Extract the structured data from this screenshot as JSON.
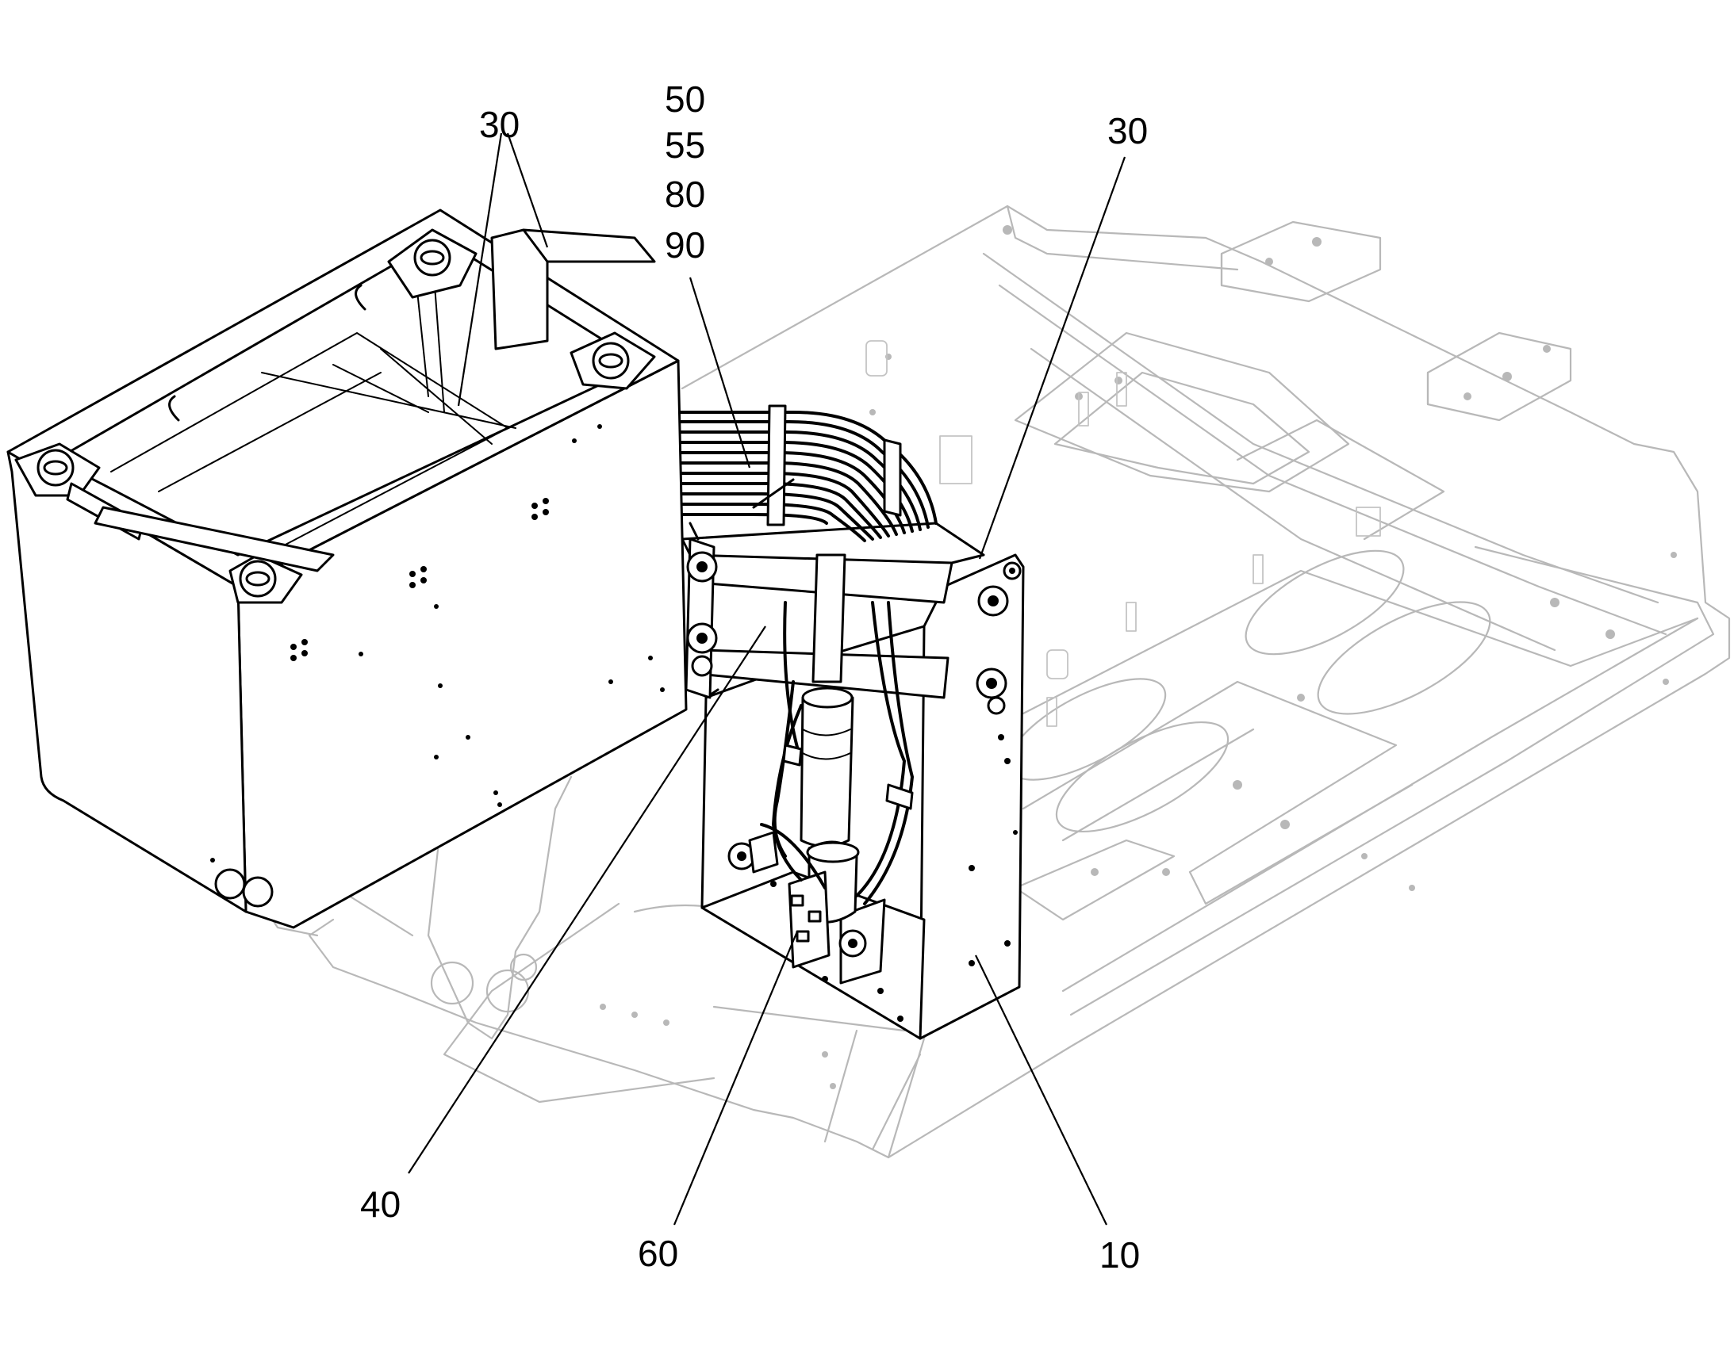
{
  "callouts": {
    "c30_left": "30",
    "c50": "50",
    "c55": "55",
    "c80": "80",
    "c90": "90",
    "c30_right": "30",
    "c40": "40",
    "c60": "60",
    "c10": "10"
  },
  "colors": {
    "ink": "#000000",
    "ghost_frame": "#b8b8b8",
    "background": "#ffffff"
  }
}
